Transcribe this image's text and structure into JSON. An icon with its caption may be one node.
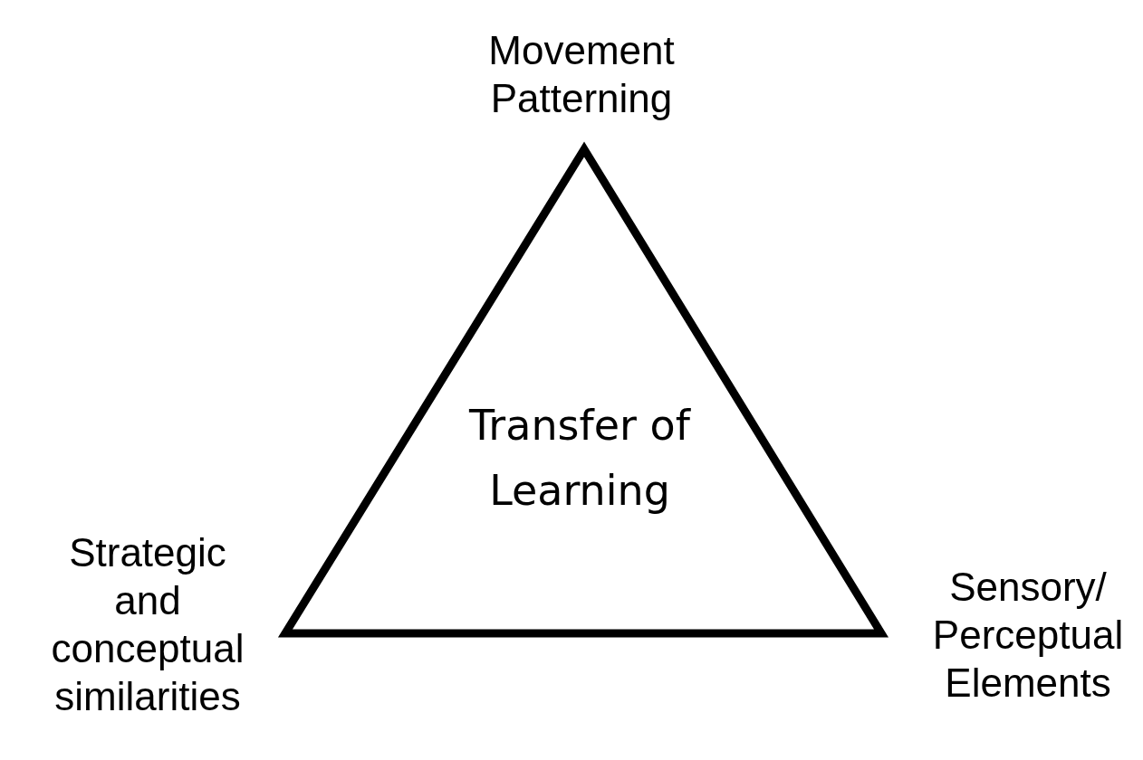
{
  "diagram": {
    "nodes": [
      {
        "text": [
          "Transfer of Learning"
        ]
      }
    ],
    "labels": [
      "Movement Patterning",
      "Strategic and conceptual similarities",
      "Sensory/ Perceptual Elements"
    ]
  }
}
